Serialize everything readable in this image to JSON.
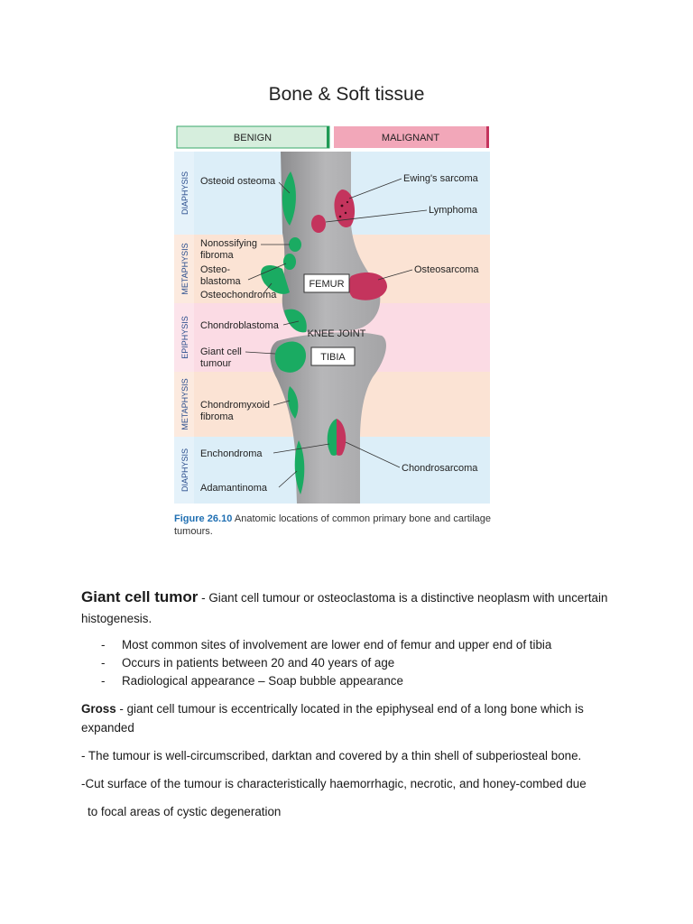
{
  "page": {
    "title": "Bone & Soft tissue"
  },
  "figure": {
    "header_benign": "BENIGN",
    "header_malignant": "MALIGNANT",
    "zones": [
      "DIAPHYSIS",
      "METAPHYSIS",
      "EPIPHYSIS",
      "METAPHYSIS",
      "DIAPHYSIS"
    ],
    "bones": {
      "femur": "FEMUR",
      "tibia": "TIBIA",
      "knee": "KNEE JOINT"
    },
    "benign_labels": {
      "osteoid_osteoma": "Osteoid osteoma",
      "nonossifying_1": "Nonossifying",
      "nonossifying_2": "fibroma",
      "osteoblastoma_1": "Osteo-",
      "osteoblastoma_2": "blastoma",
      "osteochondroma": "Osteochondroma",
      "chondroblastoma": "Chondroblastoma",
      "giant_cell_1": "Giant cell",
      "giant_cell_2": "tumour",
      "chondromyxoid_1": "Chondromyxoid",
      "chondromyxoid_2": "fibroma",
      "enchondroma": "Enchondroma",
      "adamantinoma": "Adamantinoma"
    },
    "malignant_labels": {
      "ewings": "Ewing's sarcoma",
      "lymphoma": "Lymphoma",
      "osteosarcoma": "Osteosarcoma",
      "chondrosarcoma": "Chondrosarcoma"
    },
    "colors": {
      "benign": "#1aab62",
      "malignant": "#c4345d",
      "diaphysis_band": "#dceef8",
      "metaphysis_band": "#fbe3d4",
      "epiphysis_band": "#fbdbe4",
      "bone": "#9a9a9c"
    }
  },
  "caption": {
    "figure_number": "Figure 26.10",
    "text": " Anatomic locations of common primary bone and cartilage tumours."
  },
  "body": {
    "heading": "Giant cell tumor",
    "intro": " - Giant cell tumour or osteoclastoma is a distinctive neoplasm with uncertain histogenesis.",
    "bullets": [
      "Most common sites of involvement are lower end of femur and upper end of tibia",
      "Occurs in patients between 20 and 40 years of age",
      "Radiological appearance – Soap bubble appearance"
    ],
    "gross_label": "Gross",
    "gross_text": " - giant cell tumour is eccentrically located in the epiphyseal end of a long bone which is expanded",
    "para2": "- The tumour is well-circumscribed, darktan and covered by a thin shell of subperiosteal bone.",
    "para3": "-Cut surface of the tumour is characteristically haemorrhagic, necrotic, and honey-combed due",
    "para4": "to focal areas of cystic degeneration"
  }
}
